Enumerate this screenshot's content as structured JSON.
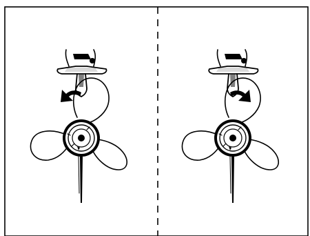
{
  "figure": {
    "colors": {
      "line": "#000000",
      "background": "#ffffff"
    },
    "panels": [
      {
        "id": "left",
        "arrow_direction": "left",
        "icons": [
          "propeller-icon",
          "curved-arrow-left-icon"
        ]
      },
      {
        "id": "right",
        "arrow_direction": "right",
        "icons": [
          "propeller-icon",
          "curved-arrow-right-icon"
        ]
      }
    ],
    "divider": "dashed"
  }
}
